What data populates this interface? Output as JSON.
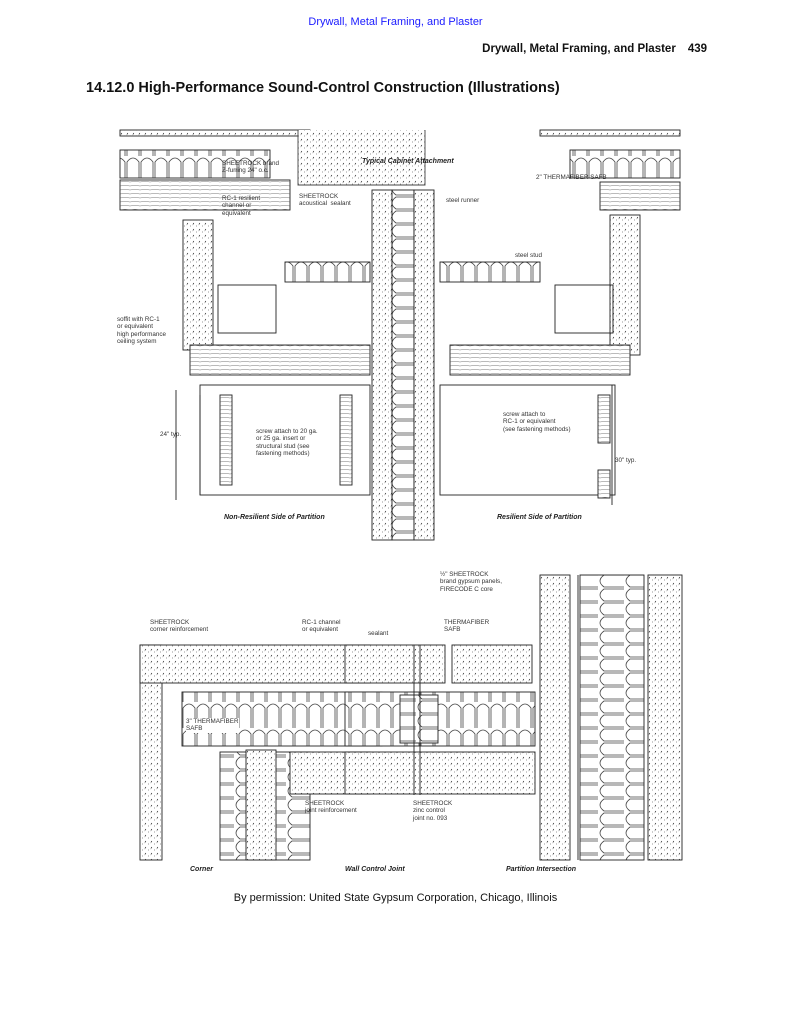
{
  "header": {
    "link": "Drywall, Metal Framing, and Plaster",
    "running_title": "Drywall, Metal Framing, and Plaster",
    "page_number": "439"
  },
  "section_title": "14.12.0 High-Performance Sound-Control Construction (Illustrations)",
  "figure_top": {
    "caption_center": "Typical Cabinet Attachment",
    "caption_left": "Non-Resilient Side of Partition",
    "caption_right": "Resilient Side of Partition",
    "labels": {
      "z_furring": "SHEETROCK brand\nZ-furring 24\" o.c.",
      "rc1": "RC-1 resilient\nchannel or\nequivalent",
      "sealant": "SHEETROCK\nacoustical  sealant",
      "thermafiber": "2\" THERMAFIBER SAFB",
      "steel_runner": "steel runner",
      "steel_stud": "steel stud",
      "soffit": "soffit with RC-1\nor equivalent\nhigh performance\nceiling system",
      "dim_left": "24\" typ.",
      "screw_left": "screw attach to 20 ga.\nor 25 ga. insert or\nstructural stud (see\nfastening methods)",
      "screw_right": "screw attach to\nRC-1 or equivalent\n(see fastening methods)",
      "dim_right": "30\" typ."
    }
  },
  "figure_bottom": {
    "captions": [
      "Corner",
      "Wall Control Joint",
      "Partition Intersection"
    ],
    "labels": {
      "panels": "½\" SHEETROCK\nbrand gypsum panels,\nFIRECODE C core",
      "corner_reinf": "SHEETROCK\ncorner reinforcement",
      "rc1": "RC-1 channel\nor equivalent",
      "sealant": "sealant",
      "thermafiber": "THERMAFIBER\nSAFB",
      "thermafiber3": "3\" THERMAFIBER\nSAFB",
      "joint_reinf": "SHEETROCK\njoint reinforcement",
      "zinc": "SHEETROCK\nzinc control\njoint no. 093"
    }
  },
  "credit": "By permission: United State Gypsum Corporation, Chicago, Illinois"
}
